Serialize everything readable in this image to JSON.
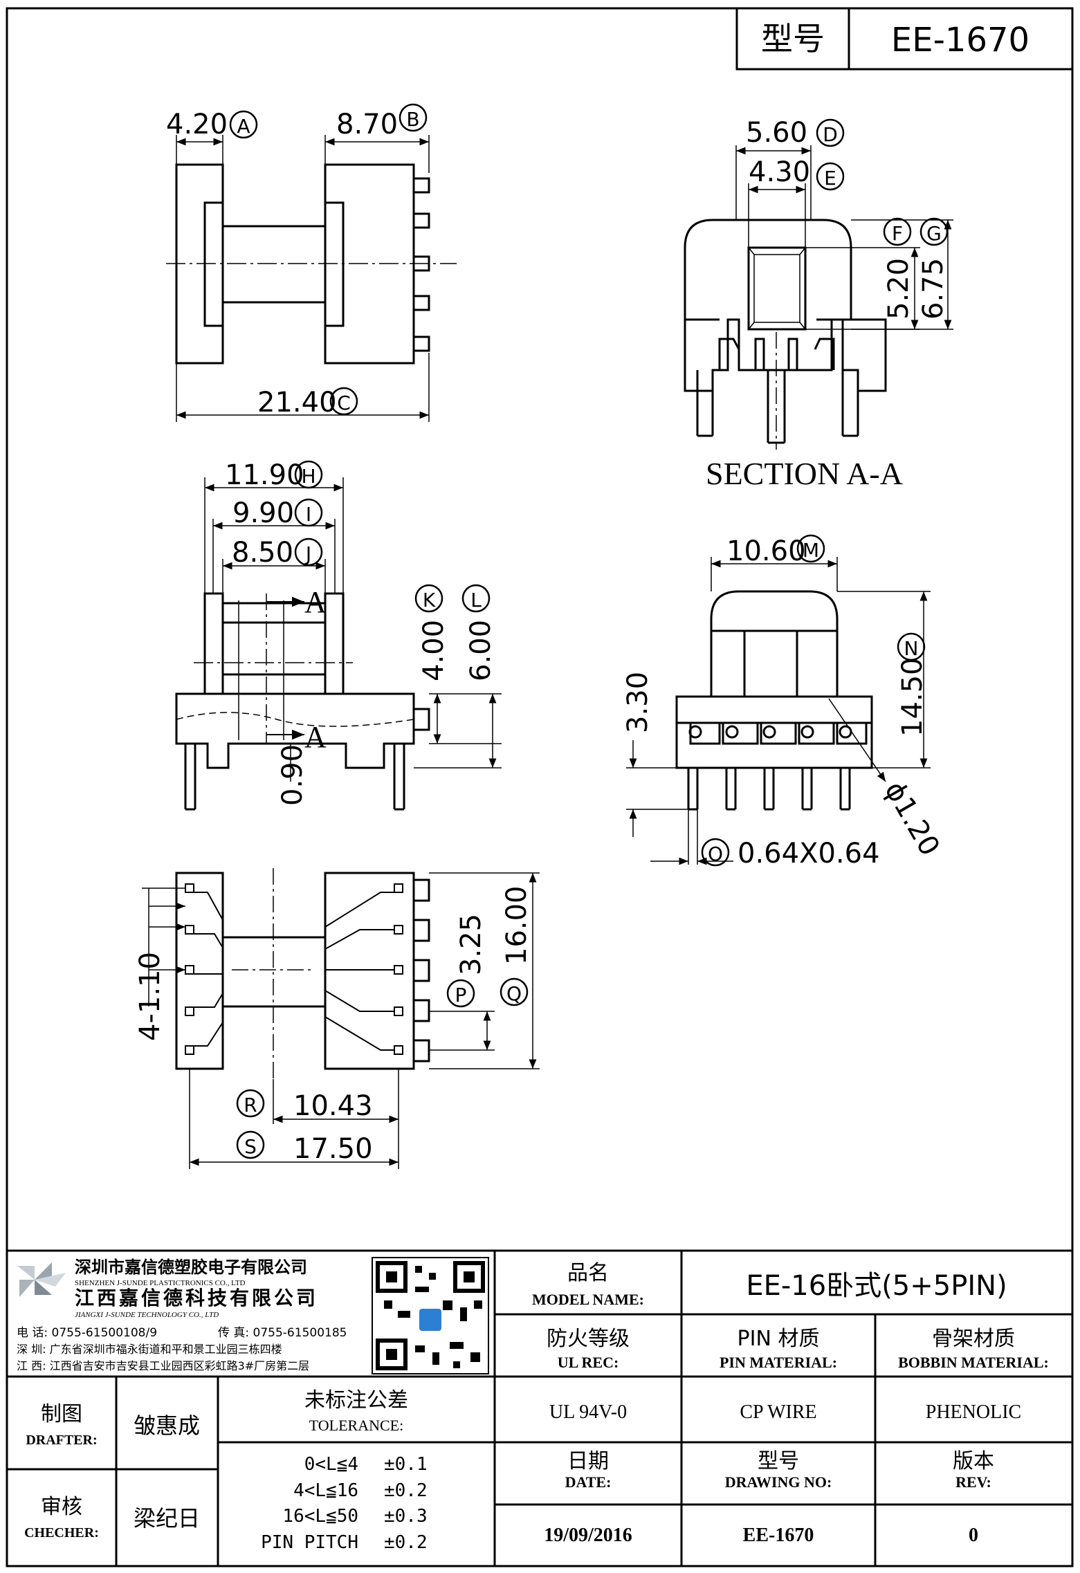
{
  "header": {
    "model_label": "型号",
    "model_value": "EE-1670"
  },
  "dims": {
    "A": "4.20",
    "B": "8.70",
    "C": "21.40",
    "D": "5.60",
    "E": "4.30",
    "F": "5.20",
    "G": "6.75",
    "H": "11.90",
    "I": "9.90",
    "J": "8.50",
    "K": "4.00",
    "L": "6.00",
    "gap": "0.90",
    "M": "10.60",
    "N": "14.50",
    "pin_dia": "ϕ1.20",
    "O": "0.64X0.64",
    "h330": "3.30",
    "P": "3.25",
    "Q": "16.00",
    "pins": "4-1.10",
    "R": "10.43",
    "S": "17.50"
  },
  "letters": {
    "A": "A",
    "B": "B",
    "C": "C",
    "D": "D",
    "E": "E",
    "F": "F",
    "G": "G",
    "H": "H",
    "I": "I",
    "J": "J",
    "K": "K",
    "L": "L",
    "M": "M",
    "N": "N",
    "O": "O",
    "P": "P",
    "Q": "Q",
    "R": "R",
    "S": "S"
  },
  "section": {
    "title": "SECTION A-A",
    "marker": "A"
  },
  "company": {
    "name_cn1": "深圳市嘉信德塑胶电子有限公司",
    "name_en1": "SHENZHEN J-SUNDE PLASTICTRONICS CO., LTD",
    "name_cn2": "江西嘉信德科技有限公司",
    "name_en2": "JIANGXI J-SUNDE TECHNOLOGY CO., LTD",
    "tel": "电 话: 0755-61500108/9",
    "fax": "传 真: 0755-61500185",
    "addr_sz": "深 圳: 广东省深圳市福永街道和平和景工业园三栋四楼",
    "addr_jx": "江 西: 江西省吉安市吉安县工业园西区彩虹路3#厂房第二层"
  },
  "title_block": {
    "product_name_cn": "品名",
    "product_name_en": "MODEL NAME:",
    "product_name_value": "EE-16卧式(5+5PIN)",
    "ul_cn": "防火等级",
    "ul_en": "UL REC:",
    "ul_value": "UL 94V-0",
    "pin_cn": "PIN 材质",
    "pin_en": "PIN MATERIAL:",
    "pin_value": "CP WIRE",
    "bobbin_cn": "骨架材质",
    "bobbin_en": "BOBBIN MATERIAL:",
    "bobbin_value": "PHENOLIC",
    "date_cn": "日期",
    "date_en": "DATE:",
    "date_value": "19/09/2016",
    "drawing_cn": "型号",
    "drawing_en": "DRAWING NO:",
    "drawing_value": "EE-1670",
    "rev_cn": "版本",
    "rev_en": "REV:",
    "rev_value": "0",
    "drafter_cn": "制图",
    "drafter_en": "DRAFTER:",
    "drafter_value": "皱惠成",
    "checker_cn": "审核",
    "checker_en": "CHECHER:",
    "checker_value": "梁纪日",
    "tol_cn": "未标注公差",
    "tol_en": "TOLERANCE:",
    "tolerances": [
      {
        "range": "0<L≦4",
        "value": "±0.1"
      },
      {
        "range": "4<L≦16",
        "value": "±0.2"
      },
      {
        "range": "16<L≦50",
        "value": "±0.3"
      },
      {
        "range": "PIN PITCH",
        "value": "±0.2"
      }
    ]
  },
  "icons": {
    "logo": "pinwheel-logo-icon",
    "qr": "qr-code-icon"
  }
}
